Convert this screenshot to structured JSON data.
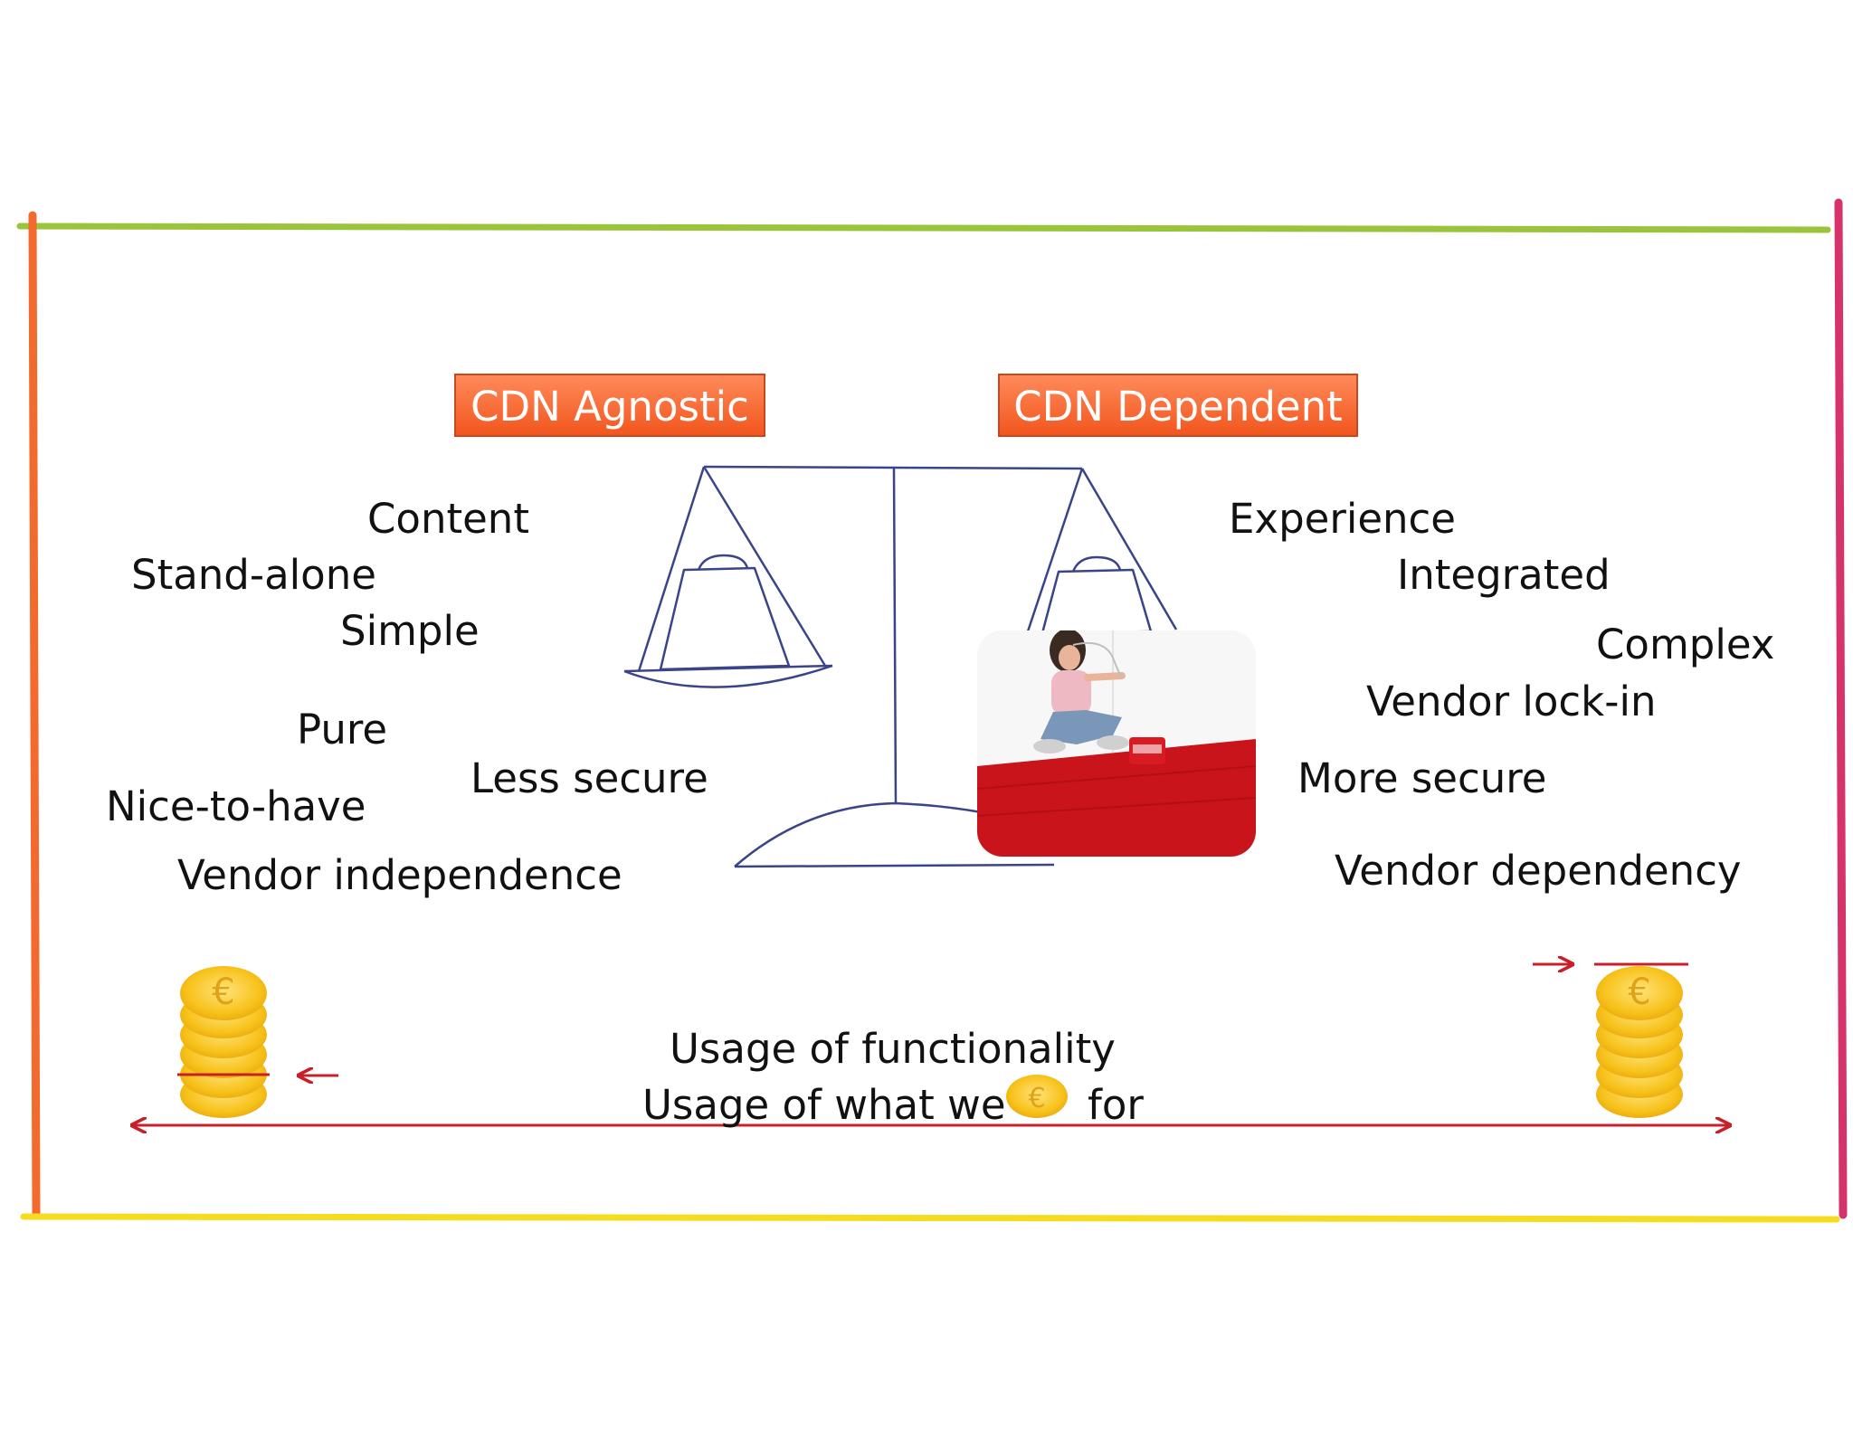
{
  "tags": {
    "left": "CDN Agnostic",
    "right": "CDN Dependent"
  },
  "left_terms": {
    "content": "Content",
    "stand_alone": "Stand-alone",
    "simple": "Simple",
    "pure": "Pure",
    "less_secure": "Less secure",
    "nice_to_have": "Nice-to-have",
    "vendor_independence": "Vendor independence"
  },
  "right_terms": {
    "experience": "Experience",
    "integrated": "Integrated",
    "complex": "Complex",
    "vendor_lock_in": "Vendor lock-in",
    "more_secure": "More secure",
    "vendor_dependency": "Vendor dependency"
  },
  "axis": {
    "line1": "Usage of functionality",
    "line2_prefix": "Usage of what we",
    "line2_suffix": "for"
  },
  "colors": {
    "frame_top": "#9ac43c",
    "frame_left": "#f26a2e",
    "frame_right": "#d6336c",
    "frame_bottom": "#f5dc1f",
    "tag_orange": "#f2561e",
    "arrow_red": "#c8202a",
    "coin_gold": "#f7c21a",
    "scale_ink": "#3a4488"
  },
  "icons": {
    "coin_stack": "euro-coin-stack-icon",
    "coin": "euro-coin-icon"
  }
}
